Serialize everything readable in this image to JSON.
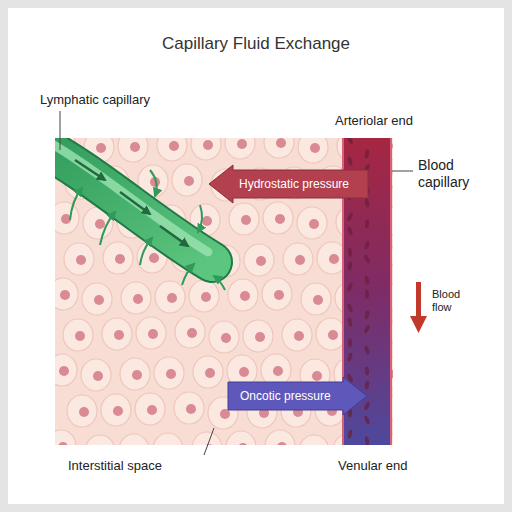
{
  "diagram": {
    "title": "Capillary Fluid Exchange",
    "nodes": [
      {
        "text": [
          "Hydrostatic pressure"
        ]
      },
      {
        "text": [
          "Oncotic pressure"
        ]
      }
    ],
    "labels": [
      "Lymphatic capillary",
      "Arteriolar end",
      "Blood capillary",
      "Blood flow",
      "Interstitial space",
      "Venular end"
    ]
  }
}
